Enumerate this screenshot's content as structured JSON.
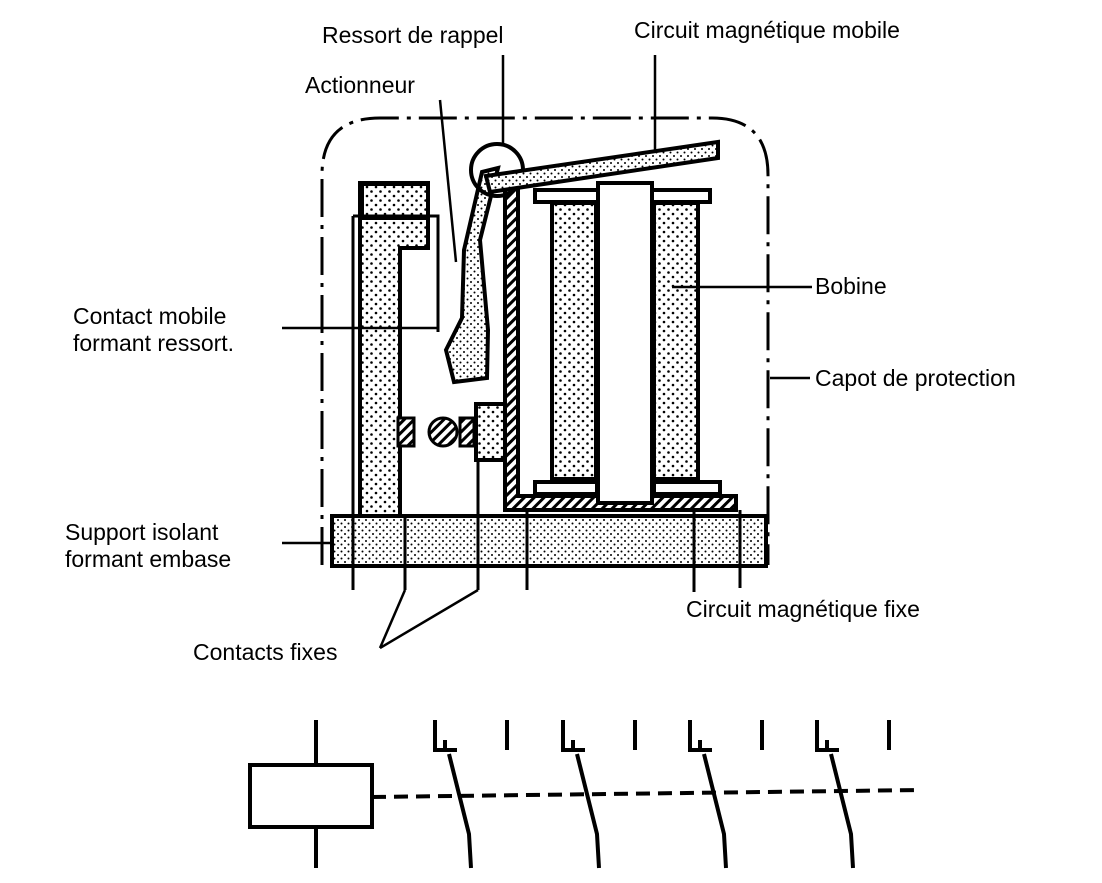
{
  "diagram": {
    "subject": "Relais électromagnétique",
    "labels": {
      "ressort_rappel": "Ressort de rappel",
      "circuit_mobile": "Circuit magnétique mobile",
      "actionneur": "Actionneur",
      "bobine": "Bobine",
      "contact_mobile_line1": "Contact mobile",
      "contact_mobile_line2": "formant ressort.",
      "capot": "Capot de protection",
      "support_line1": "Support isolant",
      "support_line2": "formant embase",
      "circuit_fixe": "Circuit magnétique fixe",
      "contacts_fixes": "Contacts fixes"
    },
    "schematic": {
      "coil": "relay-coil",
      "contact_count": 4,
      "contact_type": "changeover"
    },
    "colors": {
      "ink": "#000000",
      "paper": "#ffffff"
    }
  }
}
